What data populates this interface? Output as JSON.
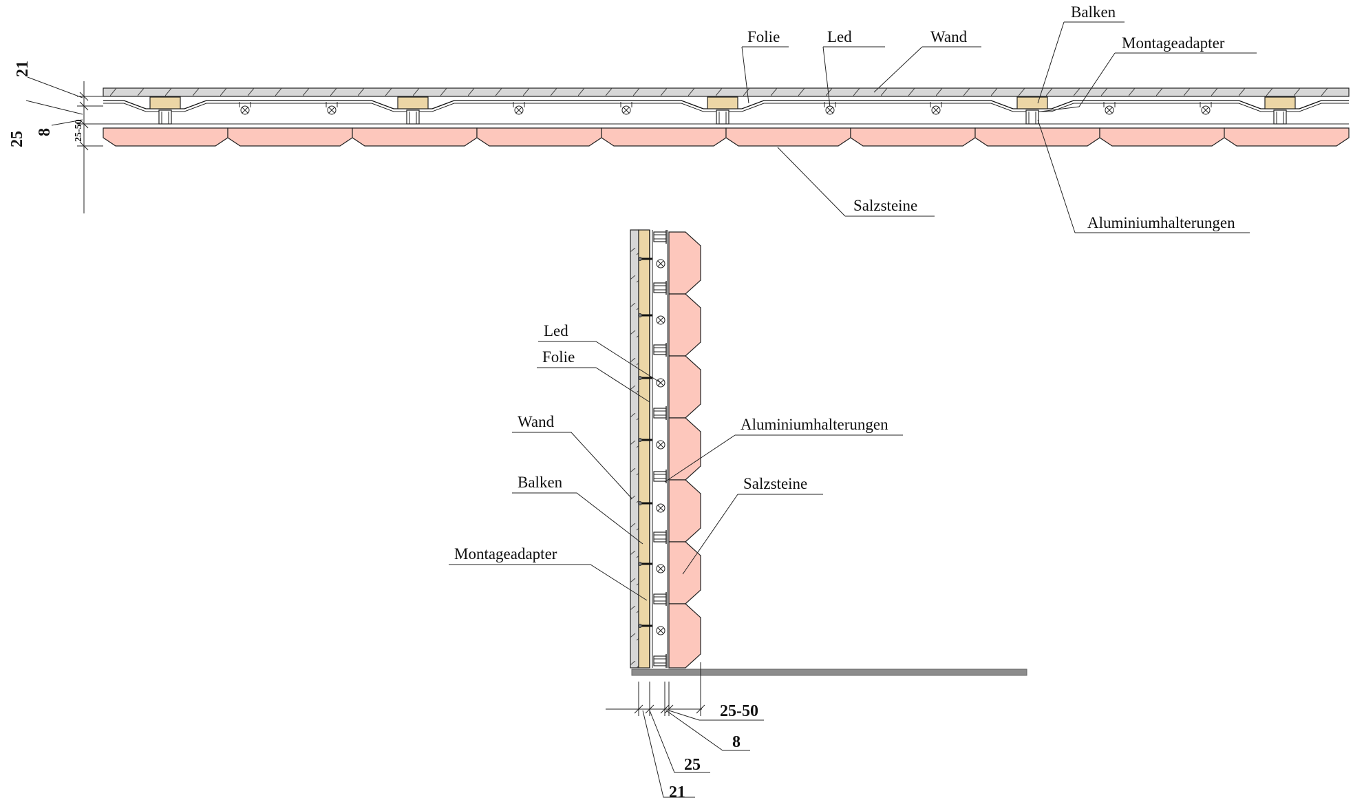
{
  "labels": {
    "folie": "Folie",
    "led": "Led",
    "wand": "Wand",
    "balken": "Balken",
    "montageadapter": "Montageadapter",
    "salzsteine": "Salzsteine",
    "aluminiumhalterungen": "Aluminiumhalterungen"
  },
  "dimensions": {
    "d21": "21",
    "d25": "25",
    "d8": "8",
    "d2550": "25-50"
  },
  "colors": {
    "stone": "#fdc7bc",
    "beam": "#ecd6a6",
    "wall": "#d7d7d7",
    "floor": "#8c8c8c"
  }
}
